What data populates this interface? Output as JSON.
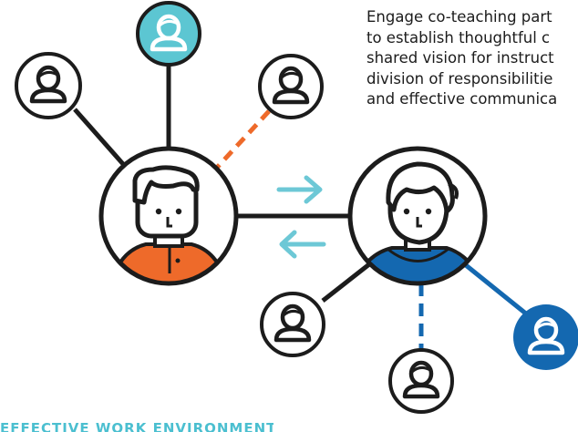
{
  "caption": {
    "lines": [
      "Engage co-teaching part",
      "to establish thoughtful c",
      "shared vision for instruct",
      "division of responsibilitie",
      "and effective communica"
    ]
  },
  "footer_text": "EFFECTIVE WORK ENVIRONMENT",
  "colors": {
    "teal": "#5cc6d2",
    "orange": "#ee6a2a",
    "blue": "#1468b0",
    "ink": "#1c1c1c",
    "arrow": "#6dc8d6"
  },
  "icons": {
    "left_person": "teacher-man-orange-shirt-icon",
    "right_person": "teacher-woman-blue-shirt-icon",
    "small_person": "user-outline-icon",
    "arrows": [
      "arrow-right-icon",
      "arrow-left-icon"
    ]
  }
}
